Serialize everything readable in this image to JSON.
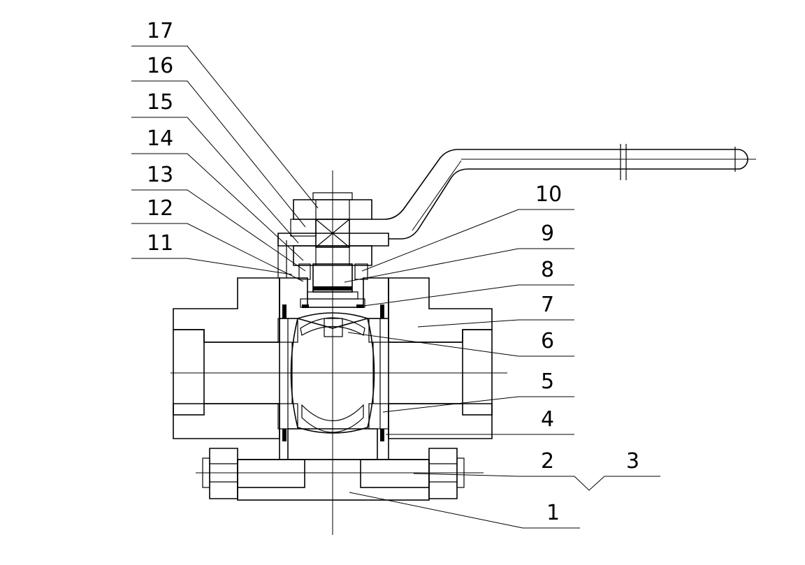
{
  "callouts": [
    {
      "id": "17",
      "text": "17"
    },
    {
      "id": "16",
      "text": "16"
    },
    {
      "id": "15",
      "text": "15"
    },
    {
      "id": "14",
      "text": "14"
    },
    {
      "id": "13",
      "text": "13"
    },
    {
      "id": "12",
      "text": "12"
    },
    {
      "id": "11",
      "text": "11"
    },
    {
      "id": "10",
      "text": "10"
    },
    {
      "id": "9",
      "text": "9"
    },
    {
      "id": "8",
      "text": "8"
    },
    {
      "id": "7",
      "text": "7"
    },
    {
      "id": "6",
      "text": "6"
    },
    {
      "id": "5",
      "text": "5"
    },
    {
      "id": "4",
      "text": "4"
    },
    {
      "id": "2",
      "text": "2"
    },
    {
      "id": "3",
      "text": "3"
    },
    {
      "id": "1",
      "text": "1"
    }
  ]
}
